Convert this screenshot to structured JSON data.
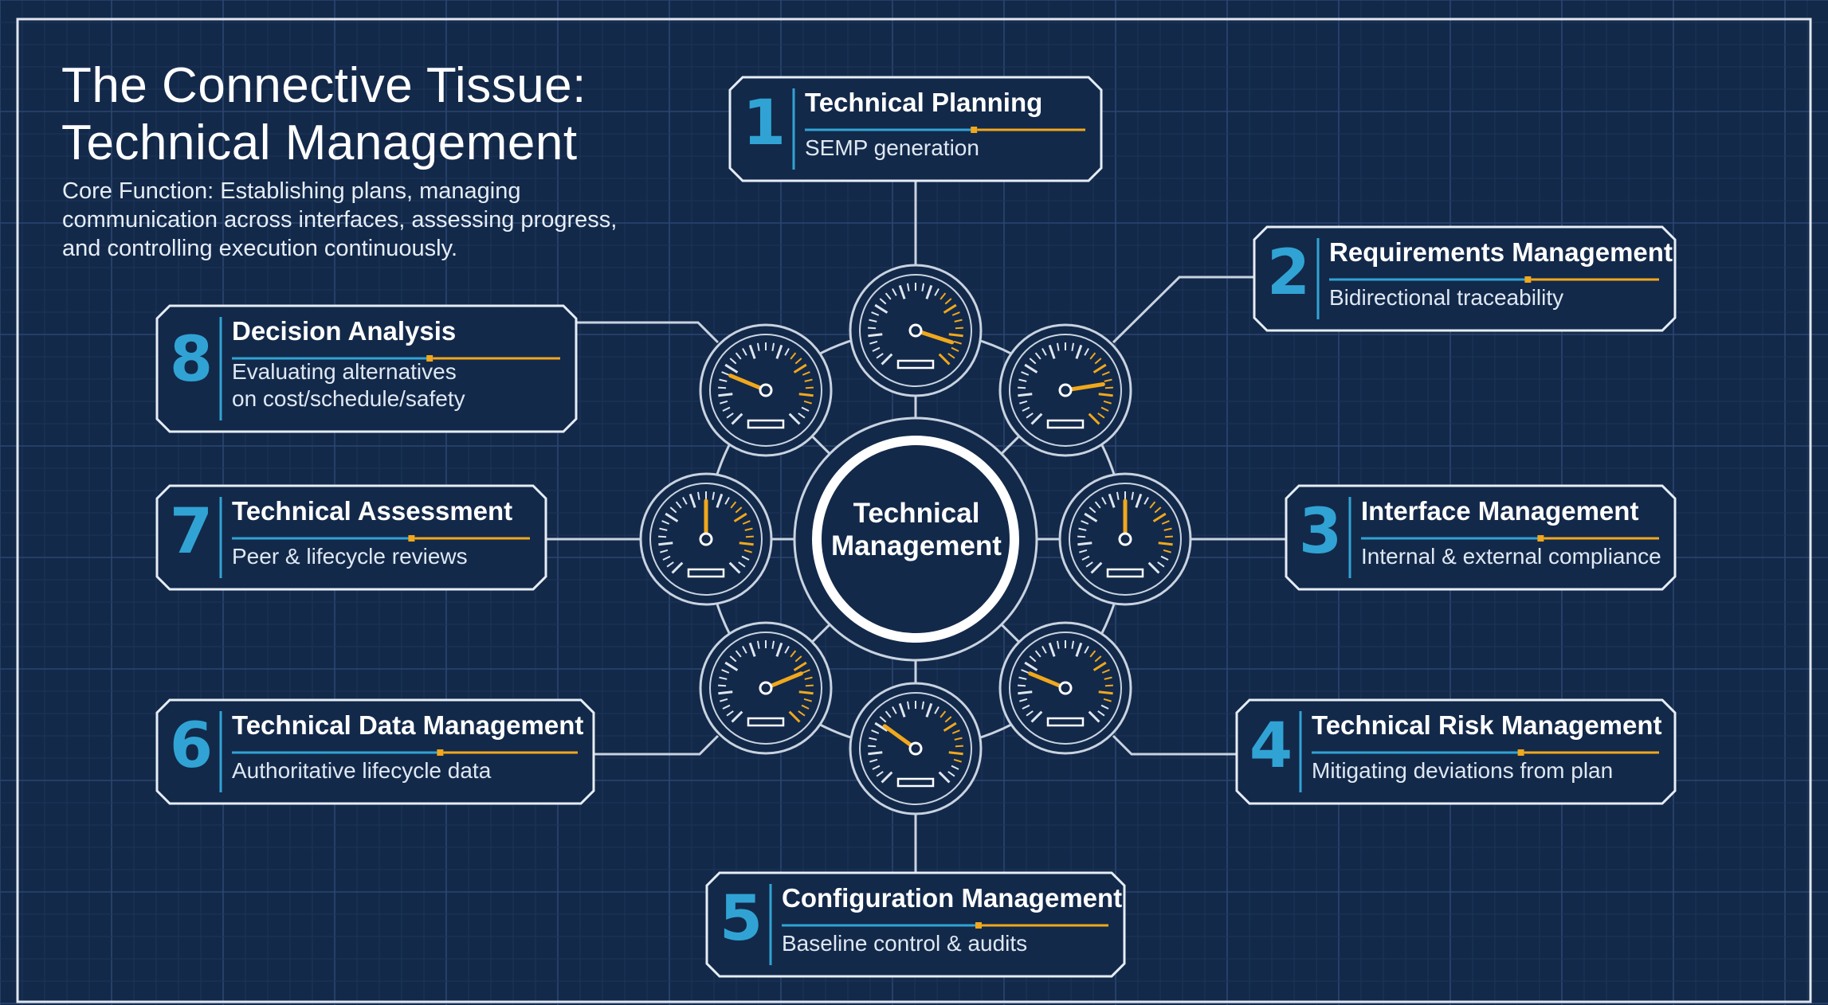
{
  "title": {
    "line1": "The Connective Tissue:",
    "line2": "Technical Management"
  },
  "subtitle": "Core Function: Establishing plans, managing communication across interfaces, assessing progress, and controlling execution continuously.",
  "hub": {
    "line1": "Technical",
    "line2": "Management"
  },
  "nodes": [
    {
      "number": "1",
      "name": "Technical Planning",
      "desc": "SEMP generation",
      "gauge_level": 0.9
    },
    {
      "number": "2",
      "name": "Requirements Management",
      "desc": "Bidirectional traceability",
      "gauge_level": 0.8
    },
    {
      "number": "3",
      "name": "Interface Management",
      "desc": "Internal & external compliance",
      "gauge_level": 0.5
    },
    {
      "number": "4",
      "name": "Technical Risk Management",
      "desc": "Mitigating deviations from plan",
      "gauge_level": 0.25
    },
    {
      "number": "5",
      "name": "Configuration Management",
      "desc": "Baseline control & audits",
      "gauge_level": 0.3
    },
    {
      "number": "6",
      "name": "Technical Data Management",
      "desc": "Authoritative lifecycle data",
      "gauge_level": 0.75
    },
    {
      "number": "7",
      "name": "Technical Assessment",
      "desc": "Peer & lifecycle reviews",
      "gauge_level": 0.5
    },
    {
      "number": "8",
      "name": "Decision Analysis",
      "desc_line1": "Evaluating alternatives",
      "desc_line2": "on cost/schedule/safety",
      "gauge_level": 0.25
    }
  ],
  "colors": {
    "background": "#13294a",
    "accent_number": "#30a3d4",
    "accent_gauge": "#f0a81c",
    "line": "#c9d3e0"
  }
}
